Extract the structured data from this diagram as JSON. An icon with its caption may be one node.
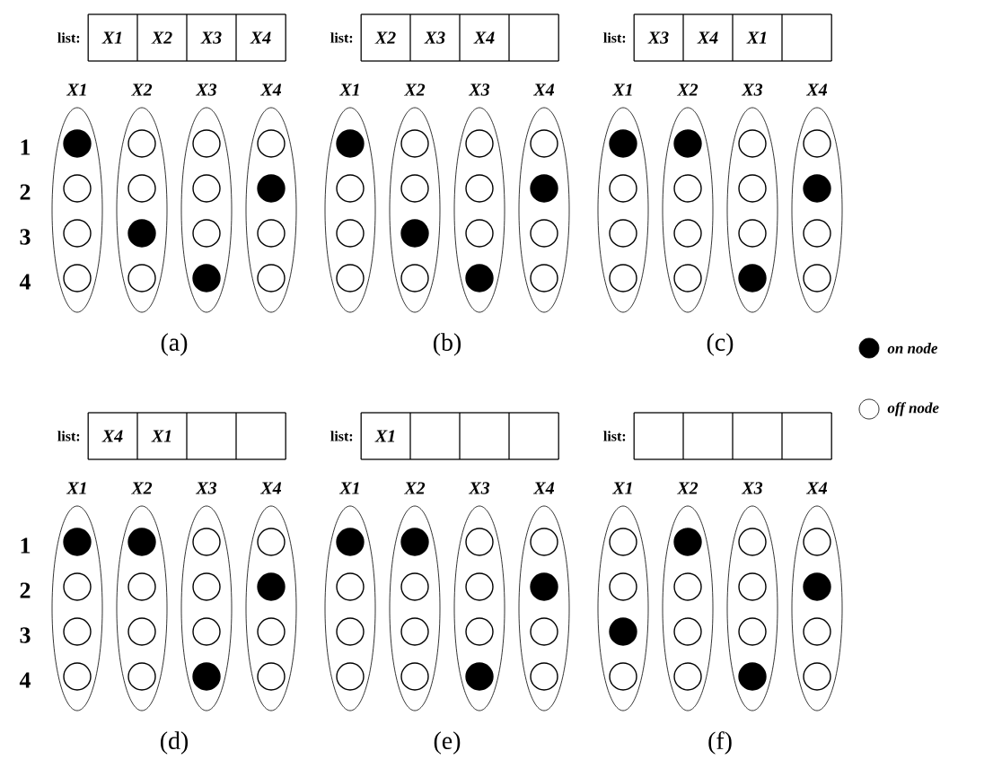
{
  "diagram": {
    "nodes": [
      {
        "text": [
          "list:"
        ]
      },
      {
        "text": [
          "X1"
        ],
        "in": 0
      },
      {
        "text": [
          "X2"
        ],
        "in": 0
      },
      {
        "text": [
          "X3"
        ],
        "in": 0
      },
      {
        "text": [
          "X4"
        ],
        "in": 0
      },
      {
        "text": [
          "X1"
        ]
      },
      {
        "text": [],
        "shape": "dot",
        "in": 5
      },
      {
        "text": [],
        "shape": "circle",
        "in": 5
      },
      {
        "text": [],
        "shape": "circle",
        "in": 5
      },
      {
        "text": [],
        "shape": "circle",
        "in": 5
      },
      {
        "text": [
          "X2"
        ]
      },
      {
        "text": [],
        "shape": "circle",
        "in": 10
      },
      {
        "text": [],
        "shape": "circle",
        "in": 10
      },
      {
        "text": [],
        "shape": "dot",
        "in": 10
      },
      {
        "text": [],
        "shape": "circle",
        "in": 10
      },
      {
        "text": [
          "X3"
        ]
      },
      {
        "text": [],
        "shape": "circle",
        "in": 15
      },
      {
        "text": [],
        "shape": "circle",
        "in": 15
      },
      {
        "text": [],
        "shape": "circle",
        "in": 15
      },
      {
        "text": [],
        "shape": "dot",
        "in": 15
      },
      {
        "text": [
          "X4"
        ]
      },
      {
        "text": [],
        "shape": "circle",
        "in": 20
      },
      {
        "text": [],
        "shape": "dot",
        "in": 20
      },
      {
        "text": [],
        "shape": "circle",
        "in": 20
      },
      {
        "text": [],
        "shape": "circle",
        "in": 20
      },
      {
        "text": [
          "list:"
        ]
      },
      {
        "text": [
          "X2"
        ],
        "in": 25
      },
      {
        "text": [
          "X3"
        ],
        "in": 25
      },
      {
        "text": [
          "X4"
        ],
        "in": 25
      },
      {
        "text": [],
        "shape": "box",
        "in": 25
      },
      {
        "text": [
          "X1"
        ]
      },
      {
        "text": [],
        "shape": "dot",
        "in": 30
      },
      {
        "text": [],
        "shape": "circle",
        "in": 30
      },
      {
        "text": [],
        "shape": "circle",
        "in": 30
      },
      {
        "text": [],
        "shape": "circle",
        "in": 30
      },
      {
        "text": [
          "X2"
        ]
      },
      {
        "text": [],
        "shape": "circle",
        "in": 35
      },
      {
        "text": [],
        "shape": "circle",
        "in": 35
      },
      {
        "text": [],
        "shape": "dot",
        "in": 35
      },
      {
        "text": [],
        "shape": "circle",
        "in": 35
      },
      {
        "text": [
          "X3"
        ]
      },
      {
        "text": [],
        "shape": "circle",
        "in": 40
      },
      {
        "text": [],
        "shape": "circle",
        "in": 40
      },
      {
        "text": [],
        "shape": "circle",
        "in": 40
      },
      {
        "text": [],
        "shape": "dot",
        "in": 40
      },
      {
        "text": [
          "X4"
        ]
      },
      {
        "text": [],
        "shape": "circle",
        "in": 45
      },
      {
        "text": [],
        "shape": "dot",
        "in": 45
      },
      {
        "text": [],
        "shape": "circle",
        "in": 45
      },
      {
        "text": [],
        "shape": "circle",
        "in": 45
      },
      {
        "text": [
          "list:"
        ]
      },
      {
        "text": [
          "X3"
        ],
        "in": 50
      },
      {
        "text": [
          "X4"
        ],
        "in": 50
      },
      {
        "text": [
          "X1"
        ],
        "in": 50
      },
      {
        "text": [],
        "shape": "box",
        "in": 50
      },
      {
        "text": [
          "X1"
        ]
      },
      {
        "text": [],
        "shape": "dot",
        "in": 55
      },
      {
        "text": [],
        "shape": "circle",
        "in": 55
      },
      {
        "text": [],
        "shape": "circle",
        "in": 55
      },
      {
        "text": [],
        "shape": "circle",
        "in": 55
      },
      {
        "text": [
          "X2"
        ]
      },
      {
        "text": [],
        "shape": "dot",
        "in": 60
      },
      {
        "text": [],
        "shape": "circle",
        "in": 60
      },
      {
        "text": [],
        "shape": "circle",
        "in": 60
      },
      {
        "text": [],
        "shape": "circle",
        "in": 60
      },
      {
        "text": [
          "X3"
        ]
      },
      {
        "text": [],
        "shape": "circle",
        "in": 65
      },
      {
        "text": [],
        "shape": "circle",
        "in": 65
      },
      {
        "text": [],
        "shape": "circle",
        "in": 65
      },
      {
        "text": [],
        "shape": "dot",
        "in": 65
      },
      {
        "text": [
          "X4"
        ]
      },
      {
        "text": [],
        "shape": "circle",
        "in": 70
      },
      {
        "text": [],
        "shape": "dot",
        "in": 70
      },
      {
        "text": [],
        "shape": "circle",
        "in": 70
      },
      {
        "text": [],
        "shape": "circle",
        "in": 70
      },
      {
        "text": [
          "list:"
        ]
      },
      {
        "text": [
          "X4"
        ],
        "in": 75
      },
      {
        "text": [
          "X1"
        ],
        "in": 75
      },
      {
        "text": [],
        "shape": "box",
        "in": 75
      },
      {
        "text": [],
        "shape": "box",
        "in": 75
      },
      {
        "text": [
          "X1"
        ]
      },
      {
        "text": [],
        "shape": "dot",
        "in": 80
      },
      {
        "text": [],
        "shape": "circle",
        "in": 80
      },
      {
        "text": [],
        "shape": "circle",
        "in": 80
      },
      {
        "text": [],
        "shape": "circle",
        "in": 80
      },
      {
        "text": [
          "X2"
        ]
      },
      {
        "text": [],
        "shape": "dot",
        "in": 85
      },
      {
        "text": [],
        "shape": "circle",
        "in": 85
      },
      {
        "text": [],
        "shape": "circle",
        "in": 85
      },
      {
        "text": [],
        "shape": "circle",
        "in": 85
      },
      {
        "text": [
          "X3"
        ]
      },
      {
        "text": [],
        "shape": "circle",
        "in": 90
      },
      {
        "text": [],
        "shape": "circle",
        "in": 90
      },
      {
        "text": [],
        "shape": "circle",
        "in": 90
      },
      {
        "text": [],
        "shape": "dot",
        "in": 90
      },
      {
        "text": [
          "X4"
        ]
      },
      {
        "text": [],
        "shape": "circle",
        "in": 95
      },
      {
        "text": [],
        "shape": "dot",
        "in": 95
      },
      {
        "text": [],
        "shape": "circle",
        "in": 95
      },
      {
        "text": [],
        "shape": "circle",
        "in": 95
      },
      {
        "text": [
          "list:"
        ]
      },
      {
        "text": [
          "X1"
        ],
        "in": 100
      },
      {
        "text": [],
        "shape": "box",
        "in": 100
      },
      {
        "text": [],
        "shape": "box",
        "in": 100
      },
      {
        "text": [],
        "shape": "box",
        "in": 100
      },
      {
        "text": [
          "X1"
        ]
      },
      {
        "text": [],
        "shape": "dot",
        "in": 105
      },
      {
        "text": [],
        "shape": "circle",
        "in": 105
      },
      {
        "text": [],
        "shape": "circle",
        "in": 105
      },
      {
        "text": [],
        "shape": "circle",
        "in": 105
      },
      {
        "text": [
          "X2"
        ]
      },
      {
        "text": [],
        "shape": "dot",
        "in": 110
      },
      {
        "text": [],
        "shape": "circle",
        "in": 110
      },
      {
        "text": [],
        "shape": "circle",
        "in": 110
      },
      {
        "text": [],
        "shape": "circle",
        "in": 110
      },
      {
        "text": [
          "X3"
        ]
      },
      {
        "text": [],
        "shape": "circle",
        "in": 115
      },
      {
        "text": [],
        "shape": "circle",
        "in": 115
      },
      {
        "text": [],
        "shape": "circle",
        "in": 115
      },
      {
        "text": [],
        "shape": "dot",
        "in": 115
      },
      {
        "text": [
          "X4"
        ]
      },
      {
        "text": [],
        "shape": "circle",
        "in": 120
      },
      {
        "text": [],
        "shape": "dot",
        "in": 120
      },
      {
        "text": [],
        "shape": "circle",
        "in": 120
      },
      {
        "text": [],
        "shape": "circle",
        "in": 120
      },
      {
        "text": [
          "list:"
        ]
      },
      {
        "text": [],
        "shape": "box",
        "in": 125
      },
      {
        "text": [],
        "shape": "box",
        "in": 125
      },
      {
        "text": [],
        "shape": "box",
        "in": 125
      },
      {
        "text": [],
        "shape": "box",
        "in": 125
      },
      {
        "text": [
          "X1"
        ]
      },
      {
        "text": [],
        "shape": "circle",
        "in": 130
      },
      {
        "text": [],
        "shape": "circle",
        "in": 130
      },
      {
        "text": [],
        "shape": "dot",
        "in": 130
      },
      {
        "text": [],
        "shape": "circle",
        "in": 130
      },
      {
        "text": [
          "X2"
        ]
      },
      {
        "text": [],
        "shape": "dot",
        "in": 135
      },
      {
        "text": [],
        "shape": "circle",
        "in": 135
      },
      {
        "text": [],
        "shape": "circle",
        "in": 135
      },
      {
        "text": [],
        "shape": "circle",
        "in": 135
      },
      {
        "text": [
          "X3"
        ]
      },
      {
        "text": [],
        "shape": "circle",
        "in": 140
      },
      {
        "text": [],
        "shape": "circle",
        "in": 140
      },
      {
        "text": [],
        "shape": "circle",
        "in": 140
      },
      {
        "text": [],
        "shape": "dot",
        "in": 140
      },
      {
        "text": [
          "X4"
        ]
      },
      {
        "text": [],
        "shape": "circle",
        "in": 145
      },
      {
        "text": [],
        "shape": "dot",
        "in": 145
      },
      {
        "text": [],
        "shape": "circle",
        "in": 145
      },
      {
        "text": [],
        "shape": "circle",
        "in": 145
      }
    ],
    "labels": [
      "1",
      "2",
      "3",
      "4",
      "(a)",
      "(b)",
      "(c)",
      "1",
      "2",
      "3",
      "4",
      "(d)",
      "(e)",
      "(f)"
    ],
    "legend": [
      {
        "text": "on node"
      },
      {
        "text": "off node"
      }
    ]
  }
}
